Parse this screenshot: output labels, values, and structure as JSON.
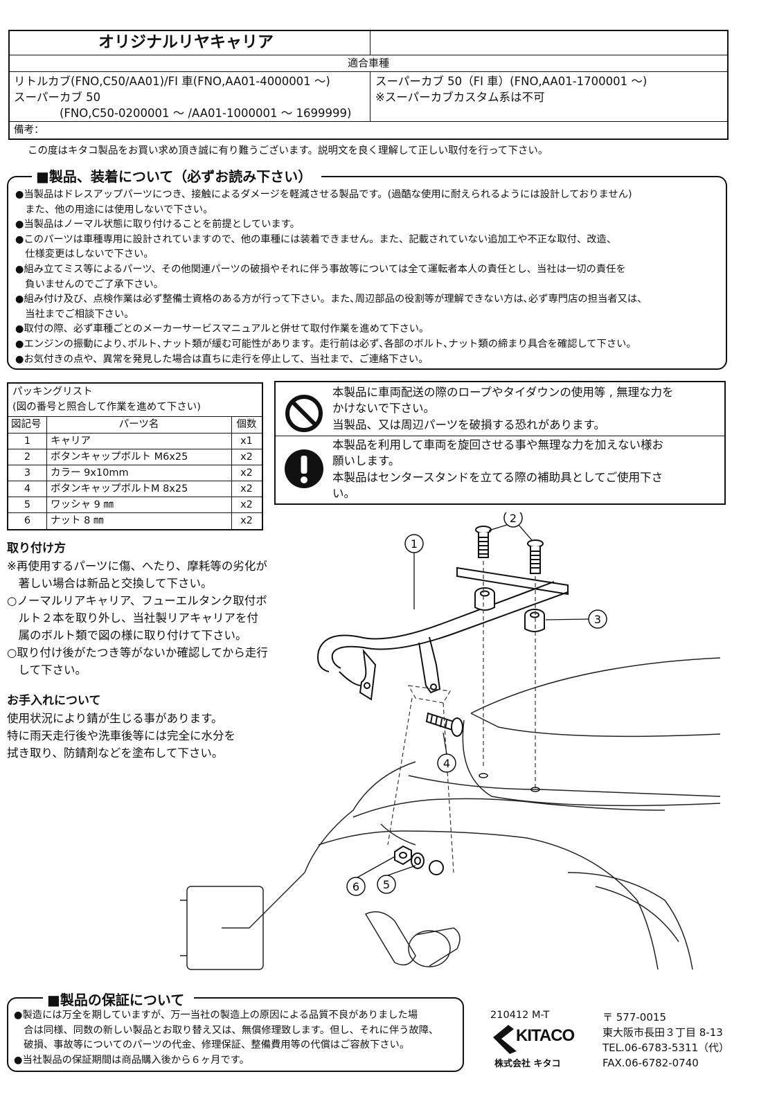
{
  "header": {
    "product_name": "オリジナルリヤキャリア",
    "fit_label": "適合車種",
    "left_models": [
      "リトルカブ(FNO,C50/AA01)/FI 車(FNO,AA01-4000001 ～)",
      "スーパーカブ 50",
      "(FNO,C50-0200001 ～ /AA01-1000001 ～ 1699999)"
    ],
    "right_models": [
      "スーパーカブ 50（FI 車）(FNO,AA01-1700001 ～)",
      "※スーパーカブカスタム系は不可"
    ],
    "remarks_label": "備考："
  },
  "intro": "この度はキタコ製品をお買い求め頂き誠に有り難うございます。説明文を良く理解して正しい取付を行って下さい。",
  "notice": {
    "title": "■製品、装着について（必ずお読み下さい）",
    "lines": [
      "●当製品はドレスアップパーツにつき、接触によるダメージを軽減させる製品です。(過酷な使用に耐えられるようには設計しておりません)",
      "　また、他の用途には使用しないで下さい。",
      "●当製品はノーマル状態に取り付けることを前提としています。",
      "●このパーツは車種専用に設計されていますので、他の車種には装着できません。また、記載されていない追加工や不正な取付、改造、",
      "　仕様変更はしないで下さい。",
      "●組み立てミス等によるパーツ、その他関連パーツの破損やそれに伴う事故等については全て運転者本人の責任とし、当社は一切の責任を",
      "　負いませんのでご了承下さい。",
      "●組み付け及び、点検作業は必ず整備士資格のある方が行って下さい。また､周辺部品の役割等が理解できない方は､必ず専門店の担当者又は、",
      "　当社までご相談下さい。",
      "●取付の際、必ず車種ごとのメーカーサービスマニュアルと併せて取付作業を進めて下さい。",
      "●エンジンの振動により､ボルト､ナット類が緩む可能性があります。走行前は必ず､各部のボルト､ナット類の締まり具合を確認して下さい。",
      "●お気付きの点や、異常を発見した場合は直ちに走行を停止して、当社まで、ご連絡下さい。"
    ]
  },
  "packing": {
    "title": "パッキングリスト",
    "subtitle": "(図の番号と照合して作業を進めて下さい)",
    "headers": [
      "図記号",
      "パーツ名",
      "個数"
    ],
    "rows": [
      {
        "no": "1",
        "name": "キャリア",
        "qty": "x1"
      },
      {
        "no": "2",
        "name": "ボタンキャップボルト M6x25",
        "qty": "x2"
      },
      {
        "no": "3",
        "name": "カラー 9x10mm",
        "qty": "x2"
      },
      {
        "no": "4",
        "name": "ボタンキャップボルトM 8x25",
        "qty": "x2"
      },
      {
        "no": "5",
        "name": "ワッシャ 9 ㎜",
        "qty": "x2"
      },
      {
        "no": "6",
        "name": "ナット 8 ㎜",
        "qty": "x2"
      }
    ]
  },
  "warnings": [
    {
      "icon": "prohibition-icon",
      "lines": [
        "本製品に車両配送の際のロープやタイダウンの使用等 , 無理な力を",
        "かけないで下さい。",
        "当製品、又は周辺パーツを破損する恐れがあります。"
      ]
    },
    {
      "icon": "exclamation-icon",
      "lines": [
        "本製品を利用して車両を旋回させる事や無理な力を加えない様お",
        "願いします。",
        "本製品はセンタースタンドを立てる際の補助具としてご使用下さ",
        "い。"
      ]
    }
  ],
  "installation": {
    "title": "取り付け方",
    "lines": [
      "※再使用するパーツに傷、へたり、摩耗等の劣化が",
      "　著しい場合は新品と交換して下さい。",
      "○ノーマルリアキャリア、フューエルタンク取付ボ",
      "　ルト２本を取り外し、当社製リアキャリアを付",
      "　属のボルト類で図の様に取り付けて下さい。",
      "○取り付け後がたつき等がないか確認してから走行",
      "　して下さい。"
    ]
  },
  "care": {
    "title": "お手入れについて",
    "lines": [
      "使用状況により錆が生じる事があります。",
      "特に雨天走行後や洗車後等には完全に水分を",
      "拭き取り、防錆剤などを塗布して下さい。"
    ]
  },
  "diagram": {
    "labels": [
      "1",
      "2",
      "3",
      "4",
      "5",
      "6"
    ]
  },
  "warranty": {
    "title": "■製品の保証について",
    "lines": [
      "●製造には万全を期していますが、万一当社の製造上の原因による品質不良がありました場",
      "　合は同様、同数の新しい製品とお取り替え又は、無償修理致します。但し、それに伴う故障、",
      "　破損、事故等についてのパーツの代金、修理保証、整備費用等の代償はご容赦下さい。",
      "●当社製品の保証期間は商品購入後から６ヶ月です。"
    ]
  },
  "footer": {
    "doc_code": "210412 M-T",
    "logo_text": "KITACO",
    "company_jp": "株式会社 キタコ",
    "postal": "〒 577-0015",
    "address": "東大阪市長田３丁目 8-13",
    "tel": "TEL.06-6783-5311（代）",
    "fax": "FAX.06-6782-0740"
  }
}
